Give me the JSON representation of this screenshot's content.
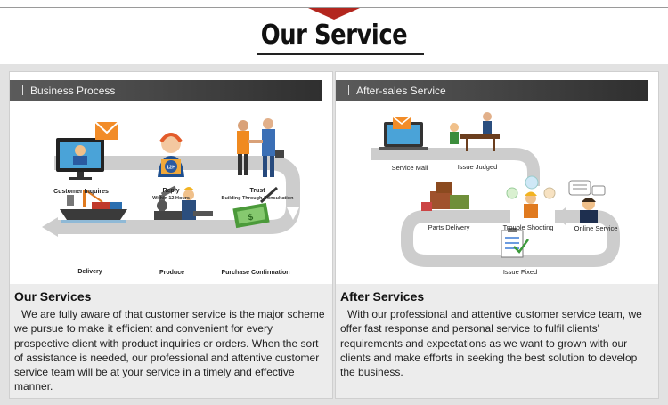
{
  "page": {
    "title": "Our Service"
  },
  "left_panel": {
    "header": "Business Process",
    "steps": {
      "customer_inquires": "Customer Inquires",
      "reply": "Reply",
      "reply_sub": "Within 12 Hours",
      "trust": "Trust",
      "trust_sub": "Building Through Consultation",
      "delivery": "Delivery",
      "produce": "Produce",
      "purchase_confirmation": "Purchase Confirmation",
      "clock_badge": "12H"
    },
    "section_title": "Our Services",
    "section_body": "We are fully aware of that customer service is the major scheme we pursue to make it efficient and convenient for every prospective client with product inquiries or orders. When the sort of assistance is needed, our professional and attentive customer service team will be at your service in a timely and effective manner."
  },
  "right_panel": {
    "header": "After-sales Service",
    "steps": {
      "service_mail": "Service Mail",
      "issue_judged": "Issue Judged",
      "parts_delivery": "Parts Delivery",
      "trouble_shooting": "Trouble Shooting",
      "online_service": "Online Service",
      "issue_fixed": "Issue Fixed"
    },
    "section_title": "After Services",
    "section_body": "With our professional and attentive customer service team, we offer fast response and personal service to fulfil clients' requirements and expectations as we want to grown with our clients and make efforts in seeking the best solution to develop the business."
  },
  "colors": {
    "accent_red": "#b3261e",
    "header_dark": "#3a3a3a",
    "path_gray": "#c9c9c9"
  }
}
